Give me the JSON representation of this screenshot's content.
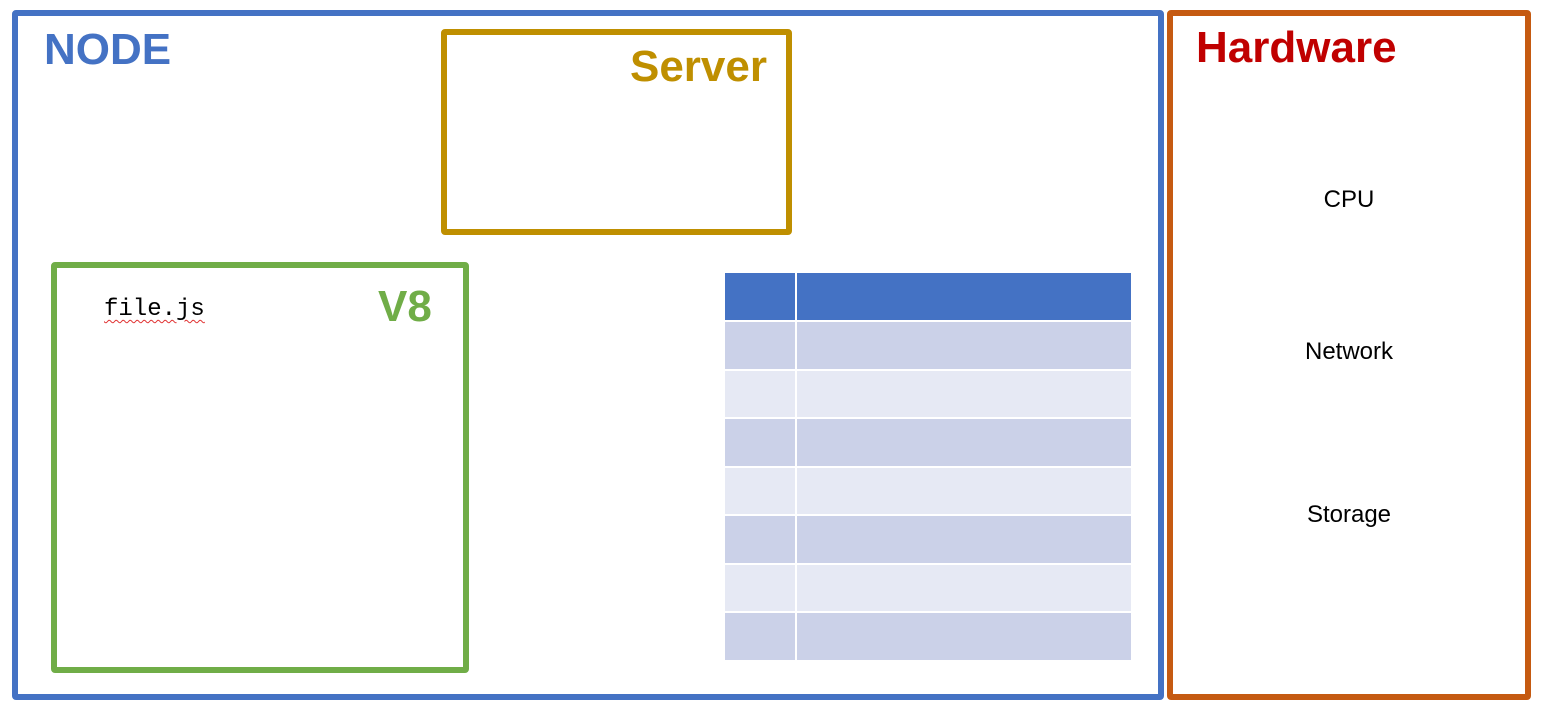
{
  "node": {
    "title": "NODE",
    "color": "#4472C4"
  },
  "server": {
    "title": "Server",
    "color": "#BF8F00"
  },
  "v8": {
    "title": "V8",
    "color": "#70AD47",
    "file": "file.js"
  },
  "hardware": {
    "title": "Hardware",
    "title_color": "#C00000",
    "border_color": "#C55A11",
    "items": [
      "CPU",
      "Network",
      "Storage"
    ]
  },
  "table": {
    "columns": 2,
    "rows": 7,
    "header_color": "#4472C4",
    "band_colors": [
      "#CBD1E8",
      "#E6E9F4"
    ]
  }
}
